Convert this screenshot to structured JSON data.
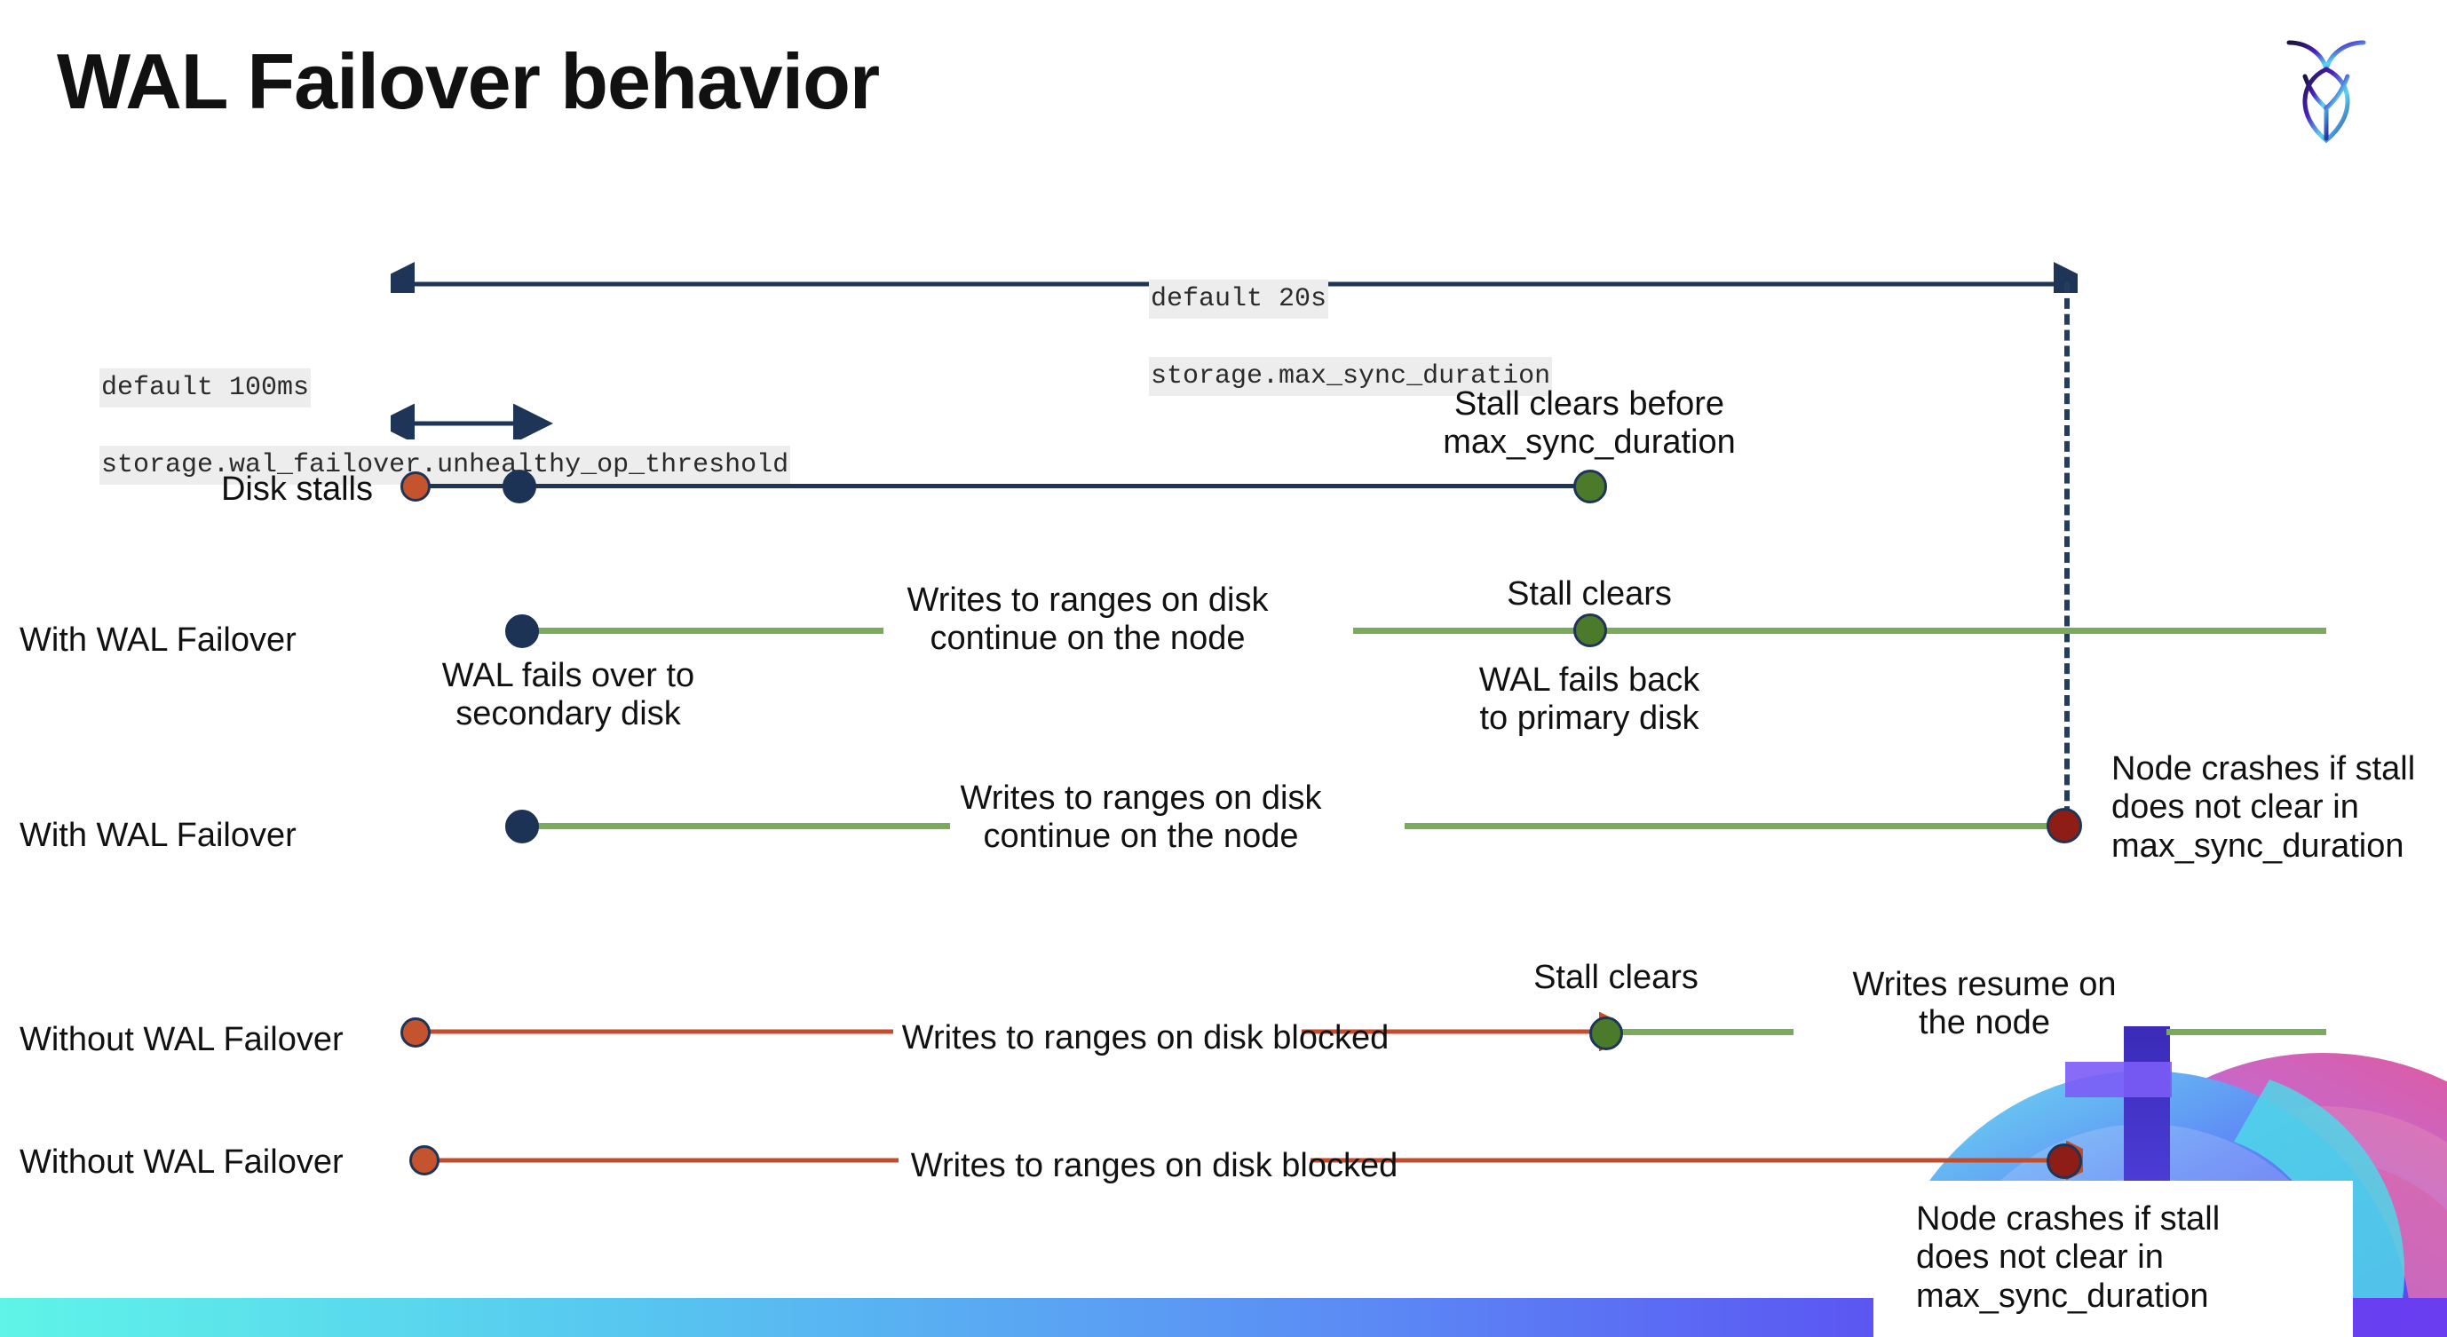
{
  "slide": {
    "title": "WAL Failover behavior",
    "logo_name": "cockroachdb-logo"
  },
  "annotations": {
    "max_sync": {
      "default": "default 20s",
      "setting": "storage.max_sync_duration"
    },
    "unhealthy": {
      "default": "default 100ms",
      "setting": "storage.wal_failover.unhealthy_op_threshold"
    }
  },
  "rows": [
    {
      "id": "disk-stalls",
      "label": "Disk stalls",
      "note_right": "Stall clears before\nmax_sync_duration"
    },
    {
      "id": "with-wal-failover-clears",
      "label": "With WAL Failover",
      "note_start": "WAL fails over to\nsecondary disk",
      "note_mid": "Writes to ranges on disk\ncontinue on the node",
      "note_clear_top": "Stall clears",
      "note_clear_bottom": "WAL fails  back\nto primary disk"
    },
    {
      "id": "with-wal-failover-crash",
      "label": "With WAL Failover",
      "note_mid": "Writes to ranges on disk\ncontinue on the node",
      "note_right": "Node crashes if stall\ndoes not clear in\nmax_sync_duration"
    },
    {
      "id": "without-wal-failover-clears",
      "label": "Without WAL Failover",
      "note_mid": "Writes to ranges on disk  blocked",
      "note_clear": "Stall clears",
      "note_resume": "Writes resume on\nthe node"
    },
    {
      "id": "without-wal-failover-crash",
      "label": "Without WAL Failover",
      "note_mid": "Writes to ranges on disk  blocked",
      "note_right": "Node crashes if stall\ndoes not clear in\nmax_sync_duration"
    }
  ],
  "colors": {
    "navy": "#1f3557",
    "green_line": "#7aaa5b",
    "orange_line": "#c24c2b",
    "dot_orange": "#c4532e",
    "dot_navy": "#1c3355",
    "dot_green": "#4a7a2a",
    "dot_darkred": "#8d1d15",
    "code_bg": "#ededed",
    "bottom_bar_start": "#5ff4e8",
    "bottom_bar_end": "#6a3df0"
  }
}
